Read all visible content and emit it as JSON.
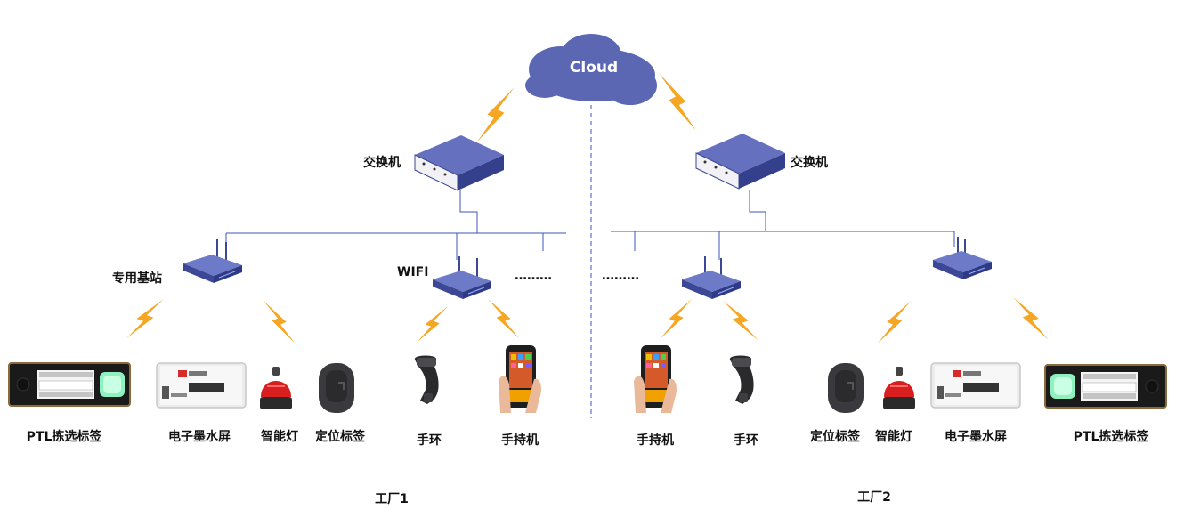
{
  "cloud": {
    "label": "Cloud"
  },
  "switches": [
    {
      "label": "交换机"
    },
    {
      "label": "交换机"
    }
  ],
  "base_station": {
    "label": "专用基站"
  },
  "wifi": {
    "label": "WIFI"
  },
  "dots": {
    "left": "………",
    "right": "………"
  },
  "factory1": {
    "name": "工厂1",
    "devices": [
      {
        "label": "PTL拣选标签"
      },
      {
        "label": "电子墨水屏"
      },
      {
        "label": "智能灯"
      },
      {
        "label": "定位标签"
      },
      {
        "label": "手环"
      },
      {
        "label": "手持机"
      }
    ]
  },
  "factory2": {
    "name": "工厂2",
    "devices": [
      {
        "label": "手持机"
      },
      {
        "label": "手环"
      },
      {
        "label": "定位标签"
      },
      {
        "label": "智能灯"
      },
      {
        "label": "电子墨水屏"
      },
      {
        "label": "PTL拣选标签"
      }
    ]
  },
  "colors": {
    "cloud": "#5b67b3",
    "device_blue": "#4a56a6",
    "lightning": "#f5a623",
    "line": "#3d56b8",
    "divider": "#3d56b8",
    "beacon_red": "#d81e1e"
  }
}
